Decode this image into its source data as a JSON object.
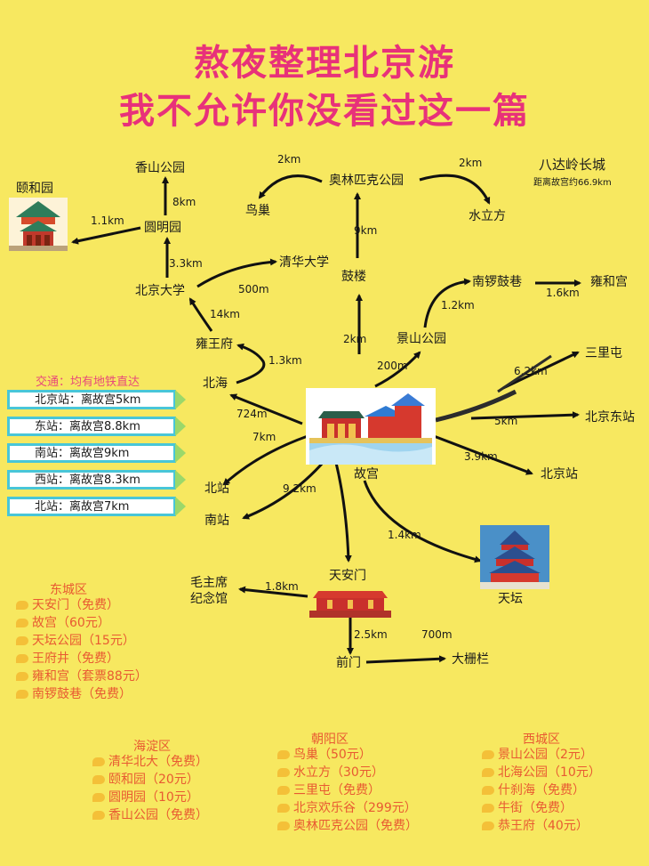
{
  "title": {
    "line1": "熬夜整理北京游",
    "line2": "我不允许你没看过这一篇"
  },
  "nodes": {
    "xiangshan": "香山公园",
    "yiheyuan": "颐和园",
    "yuanmingyuan": "圆明园",
    "beida": "北京大学",
    "qinghua": "清华大学",
    "aoti": "奥林匹克公园",
    "niaochao": "鸟巢",
    "shuilifang": "水立方",
    "badaling": "八达岭长城",
    "badaling_note": "距离故宫约66.9km",
    "gulou": "鼓楼",
    "nanluogu": "南锣鼓巷",
    "yonghegong": "雍和宫",
    "jingshan": "景山公园",
    "sanlitun": "三里屯",
    "beijingdong": "北京东站",
    "beijingzhan": "北京站",
    "yongwangfu": "雍王府",
    "beihai": "北海",
    "gugong": "故宫",
    "beizhan": "北站",
    "nanzhan": "南站",
    "tiananmen": "天安门",
    "maozhuxi": "毛主席\n纪念馆",
    "tiantan": "天坛",
    "qianmen": "前门",
    "dashilan": "大栅栏"
  },
  "distances": {
    "yiheyuan_yuanmingyuan": "1.1km",
    "xiangshan_yuanmingyuan": "8km",
    "yuanmingyuan_beida": "3.3km",
    "beida_qinghua": "500m",
    "beida_yongwangfu": "14km",
    "yongwangfu_beihai": "1.3km",
    "aoti_niaochao": "2km",
    "aoti_shuilifang": "2km",
    "gulou_aoti": "9km",
    "gugong_gulou": "2km",
    "gugong_jingshan": "200m",
    "jingshan_nanluogu": "1.2km",
    "nanluogu_yonghegong": "1.6km",
    "gugong_sanlitun": "6.2km",
    "gugong_beijingdong": "5km",
    "gugong_beijingzhan": "3.9km",
    "gugong_beihai": "724m",
    "gugong_beizhan": "7km",
    "gugong_nanzhan": "9.2km",
    "gugong_tiantan": "1.4km",
    "tiananmen_maozhuxi": "1.8km",
    "tiananmen_qianmen": "2.5km",
    "qianmen_dashilan": "700m"
  },
  "transport": {
    "title": "交通：均有地铁直达",
    "items": [
      "北京站：离故宫5km",
      "东站：离故宫8.8km",
      "南站：离故宫9km",
      "西站：离故宫8.3km",
      "北站：离故宫7km"
    ]
  },
  "districts": {
    "dongcheng": {
      "name": "东城区",
      "items": [
        "天安门（免费）",
        "故宫（60元）",
        "天坛公园（15元）",
        "王府井（免费）",
        "雍和宫（套票88元）",
        "南锣鼓巷（免费）"
      ]
    },
    "haidian": {
      "name": "海淀区",
      "items": [
        "清华北大（免费）",
        "颐和园（20元）",
        "圆明园（10元）",
        "香山公园（免费）"
      ]
    },
    "chaoyang": {
      "name": "朝阳区",
      "items": [
        "鸟巢（50元）",
        "水立方（30元）",
        "三里屯（免费）",
        "北京欢乐谷（299元）",
        "奥林匹克公园（免费）"
      ]
    },
    "xicheng": {
      "name": "西城区",
      "items": [
        "景山公园（2元）",
        "北海公园（10元）",
        "什刹海（免费）",
        "牛街（免费）",
        "恭王府（40元）"
      ]
    }
  },
  "colors": {
    "background": "#f7e860",
    "title": "#e8317a",
    "district": "#e85a32",
    "transport_border": "#48c6d8"
  }
}
